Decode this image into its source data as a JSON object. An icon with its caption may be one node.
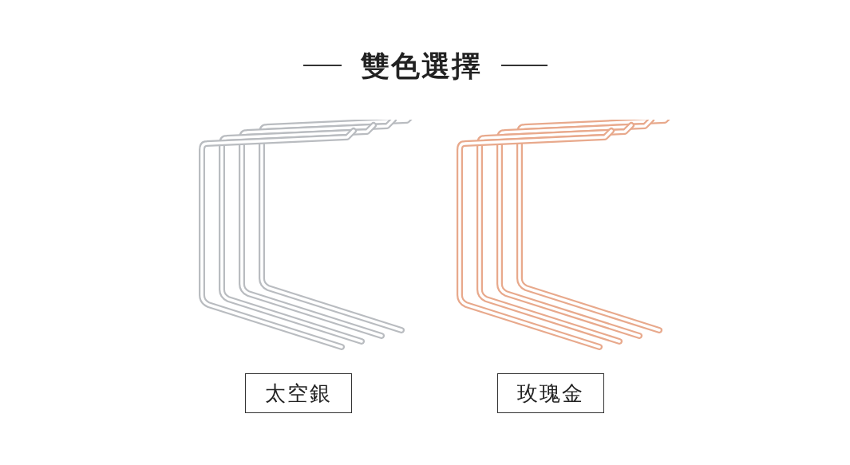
{
  "diagram": {
    "title": "雙色選擇",
    "nodes": [
      {
        "text": [
          "太空銀"
        ]
      },
      {
        "text": [
          "玫瑰金"
        ]
      }
    ]
  }
}
